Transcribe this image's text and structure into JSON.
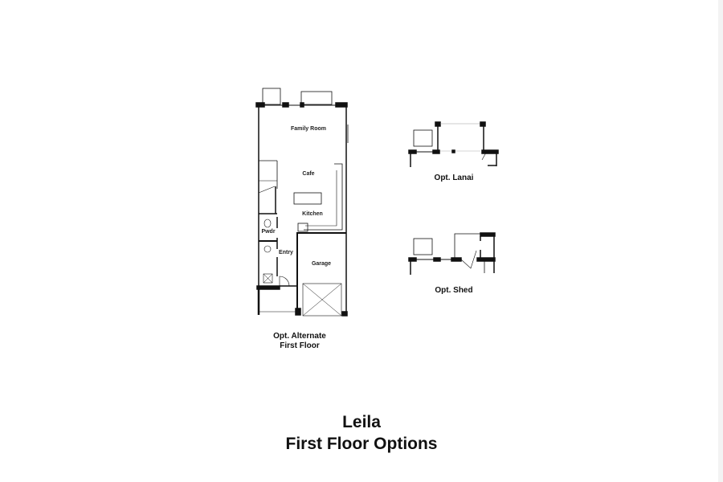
{
  "plans": {
    "main": {
      "caption_line1": "Opt. Alternate",
      "caption_line2": "First Floor",
      "rooms": {
        "family_room": "Family Room",
        "cafe": "Cafe",
        "kitchen": "Kitchen",
        "powder": "Pwdr",
        "entry": "Entry",
        "garage": "Garage"
      }
    },
    "lanai": {
      "caption": "Opt. Lanai"
    },
    "shed": {
      "caption": "Opt. Shed"
    }
  },
  "footer": {
    "model_name": "Leila",
    "subtitle": "First Floor Options"
  }
}
